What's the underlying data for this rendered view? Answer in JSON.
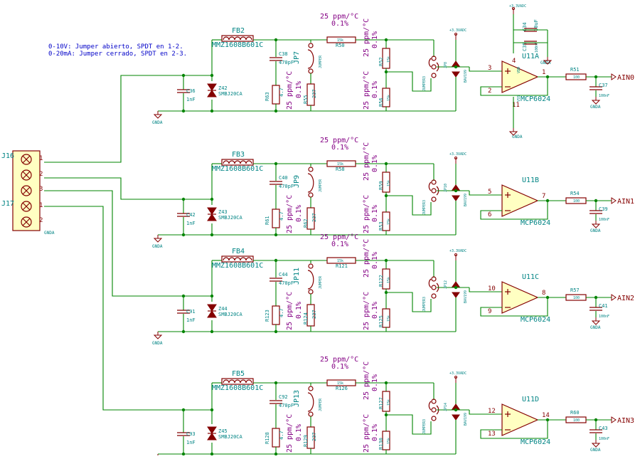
{
  "notes": {
    "line1": "0-10V: Jumper abierto, SPDT en 1-2.",
    "line2": "0-20mA: Jumper cerrado, SPDT en 2-3."
  },
  "connectors": [
    {
      "ref": "J16",
      "pins": [
        "1",
        "2",
        "3"
      ]
    },
    {
      "ref": "J17",
      "pins": [
        "1",
        "2"
      ]
    }
  ],
  "channels": [
    {
      "fb": "FB2",
      "fb_val": "MMZ1608B601C",
      "cap_in": "C36",
      "cap_in_val": "1nF",
      "tvs": "Z42",
      "tvs_val": "SMBJ20CA",
      "cap_f": "C38",
      "cap_f_val": "470pF",
      "r_shunt": "R63",
      "r_shunt_val": "4.7",
      "jp": "JP7",
      "jp_val": "JUMPER",
      "r_top": "R50",
      "r_top_val": "15k",
      "r_sense": "R55",
      "r_sense_val": "237",
      "r_a": "R52",
      "r_a_val": "15k",
      "r_b": "R56",
      "r_b_val": "15k",
      "sw": "JP8",
      "sw_val": "JUMPER3",
      "diode_val": "BAV199",
      "opamp": "U11A",
      "opamp_val": "MCP6024",
      "pin_in": "3",
      "pin_fb": "2",
      "pin_out": "1",
      "r_out": "R51",
      "r_out_val": "100",
      "c_out": "C37",
      "c_out_val": "100nF",
      "label": "AIN0"
    },
    {
      "fb": "FB3",
      "fb_val": "MMZ1608B601C",
      "cap_in": "C42",
      "cap_in_val": "1nF",
      "tvs": "Z43",
      "tvs_val": "SMBJ20CA",
      "cap_f": "C40",
      "cap_f_val": "470pF",
      "r_shunt": "R61",
      "r_shunt_val": "4.7",
      "jp": "JP9",
      "jp_val": "JUMPER",
      "r_top": "R58",
      "r_top_val": "15k",
      "r_sense": "R62",
      "r_sense_val": "237",
      "r_a": "R59",
      "r_a_val": "15k",
      "r_b": "R53",
      "r_b_val": "15k",
      "sw": "JP10",
      "sw_val": "JUMPER3",
      "diode_val": "BAV199",
      "opamp": "U11B",
      "opamp_val": "MCP6024",
      "pin_in": "5",
      "pin_fb": "6",
      "pin_out": "7",
      "r_out": "R54",
      "r_out_val": "100",
      "c_out": "C39",
      "c_out_val": "100nF",
      "label": "AIN1"
    },
    {
      "fb": "FB4",
      "fb_val": "MMZ1608B601C",
      "cap_in": "C91",
      "cap_in_val": "1nF",
      "tvs": "Z44",
      "tvs_val": "SMBJ20CA",
      "cap_f": "C44",
      "cap_f_val": "470pF",
      "r_shunt": "R123",
      "r_shunt_val": "4.7",
      "jp": "JP11",
      "jp_val": "JUMPER",
      "r_top": "R121",
      "r_top_val": "15k",
      "r_sense": "R124",
      "r_sense_val": "237",
      "r_a": "R122",
      "r_a_val": "15k",
      "r_b": "R125",
      "r_b_val": "15k",
      "sw": "JP12",
      "sw_val": "JUMPER3",
      "diode_val": "BAV199",
      "opamp": "U11C",
      "opamp_val": "MCP6024",
      "pin_in": "10",
      "pin_fb": "9",
      "pin_out": "8",
      "r_out": "R57",
      "r_out_val": "100",
      "c_out": "C41",
      "c_out_val": "100nF",
      "label": "AIN2"
    },
    {
      "fb": "FB5",
      "fb_val": "MMZ1608B601C",
      "cap_in": "C93",
      "cap_in_val": "1nF",
      "tvs": "Z45",
      "tvs_val": "SMBJ20CA",
      "cap_f": "C92",
      "cap_f_val": "470pF",
      "r_shunt": "R128",
      "r_shunt_val": "4.7",
      "jp": "JP13",
      "jp_val": "JUMPER",
      "r_top": "R126",
      "r_top_val": "15k",
      "r_sense": "R129",
      "r_sense_val": "237",
      "r_a": "R127",
      "r_a_val": "15k",
      "r_b": "R130",
      "r_b_val": "15k",
      "sw": "JP14",
      "sw_val": "JUMPER3",
      "diode_val": "BAV199",
      "opamp": "U11D",
      "opamp_val": "MCP6024",
      "pin_in": "12",
      "pin_fb": "13",
      "pin_out": "14",
      "r_out": "R60",
      "r_out_val": "100",
      "c_out": "C43",
      "c_out_val": "100nF",
      "label": "AIN3"
    }
  ],
  "tolerance": {
    "ppm": "25 ppm/°C",
    "pct": "0.1%"
  },
  "power": {
    "supply": "+3.3VADC",
    "ground": "GNDA",
    "c_bulk": "C34",
    "c_bulk_val": "10uF",
    "c_dec": "C35",
    "c_dec_val": "100nF",
    "vdd_pin": "4",
    "vss_pin": "11",
    "vdd_name": "VDD",
    "vss_name": "VSS"
  },
  "colors": {
    "wire": "#008400",
    "component": "#840000",
    "ref_text": "#008484",
    "tolerance": "#840084",
    "note": "#0000c8",
    "body": "#ffffc2"
  }
}
